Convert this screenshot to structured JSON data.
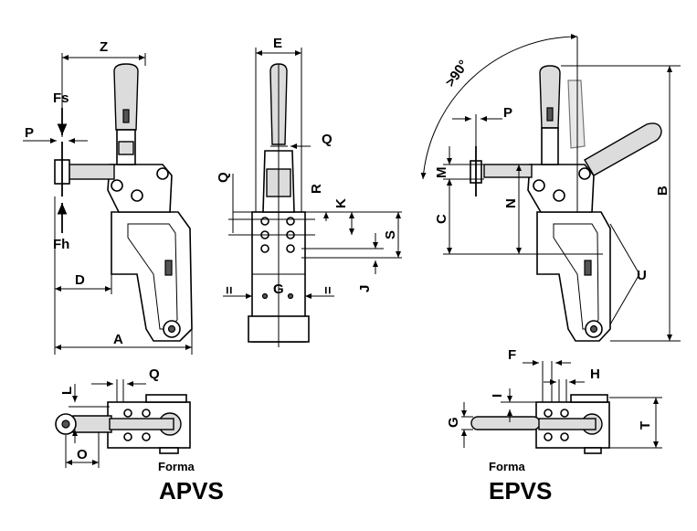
{
  "labels": {
    "Z": "Z",
    "P_left": "P",
    "Fs": "Fs",
    "Fh": "Fh",
    "D": "D",
    "A": "A",
    "E": "E",
    "Q_mid": "Q",
    "R": "R",
    "K": "K",
    "S": "S",
    "J": "J",
    "G_mid": "G",
    "eq_left": "=",
    "eq_right": "=",
    "angle": ">90°",
    "P_right": "P",
    "M": "M",
    "C": "C",
    "N": "N",
    "B": "B",
    "U": "U",
    "Q_bottom": "Q",
    "L": "L",
    "O": "O",
    "F": "F",
    "H": "H",
    "I": "I",
    "G_bottom": "G",
    "T": "T"
  },
  "captions": {
    "forma_left": "Forma",
    "model_left": "APVS",
    "forma_right": "Forma",
    "model_right": "EPVS"
  }
}
